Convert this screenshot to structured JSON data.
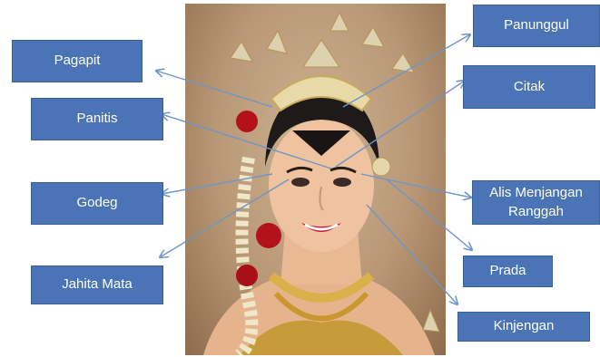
{
  "image": {
    "subject": "bride-photo",
    "background_color": "#b89775"
  },
  "colors": {
    "label_fill": "#4a74b5",
    "label_text": "#ffffff",
    "arrow": "#6f96c8"
  },
  "labels": {
    "pagapit": "Pagapit",
    "panitis": "Panitis",
    "godeg": "Godeg",
    "jahita_mata": "Jahita Mata",
    "panunggul": "Panunggul",
    "citak": "Citak",
    "alis_line1": "Alis Menjangan",
    "alis_line2": "Ranggah",
    "prada": "Prada",
    "kinjengan": "Kinjengan"
  }
}
